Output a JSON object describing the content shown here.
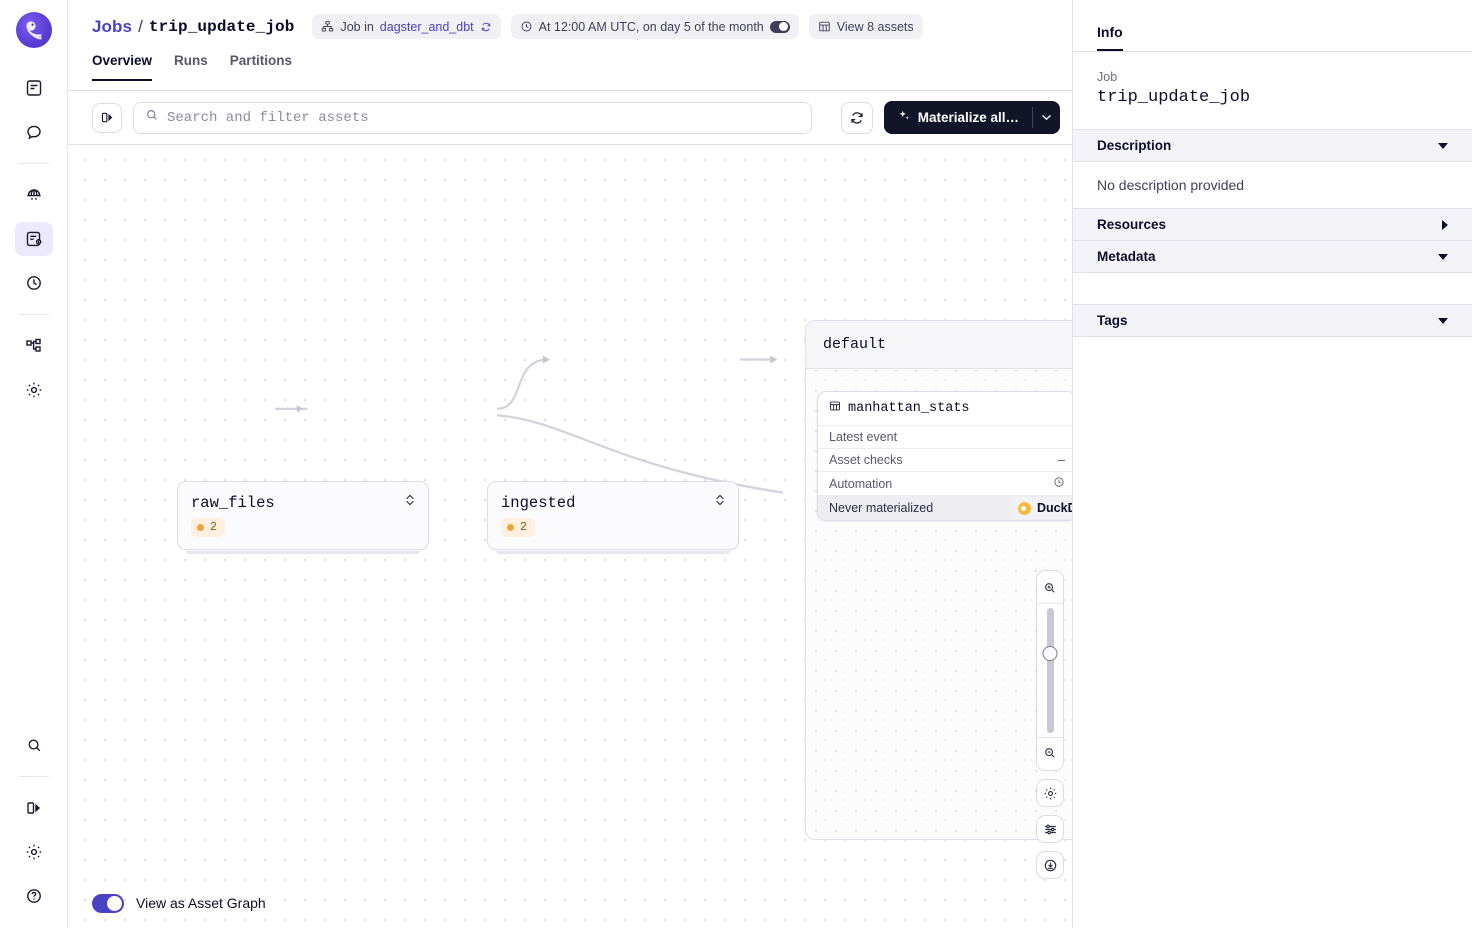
{
  "rail": {
    "logo_icon": "dagster-logo-icon",
    "items": [
      {
        "name": "runs-feed-icon",
        "icon": "notebook"
      },
      {
        "name": "assistant-icon",
        "icon": "chat-bubble"
      },
      {
        "name": "deployment-icon",
        "icon": "globe"
      },
      {
        "name": "assets-icon",
        "icon": "asset-catalog"
      },
      {
        "name": "runs-history-icon",
        "icon": "clock"
      },
      {
        "name": "automation-icon",
        "icon": "nodes"
      },
      {
        "name": "settings-icon",
        "icon": "gear"
      }
    ],
    "bottom_items": [
      {
        "name": "search-icon",
        "icon": "magnifier"
      },
      {
        "name": "toggle-sidebar-icon",
        "icon": "panel-toggle"
      },
      {
        "name": "user-settings-icon",
        "icon": "gear"
      },
      {
        "name": "help-icon",
        "icon": "question-circle"
      }
    ]
  },
  "header": {
    "breadcrumb_root": "Jobs",
    "breadcrumb_sep": "/",
    "breadcrumb_current": "trip_update_job",
    "chips": [
      {
        "prefix": "Job in",
        "link": "dagster_and_dbt",
        "icon": "repository-icon",
        "trailing_icon": "reload-icon"
      },
      {
        "text": "At 12:00 AM UTC, on day 5 of the month",
        "icon": "clock-icon",
        "toggle": "off"
      },
      {
        "text": "View 8 assets",
        "icon": "table-icon"
      }
    ],
    "tabs": [
      {
        "label": "Overview",
        "active": true
      },
      {
        "label": "Runs",
        "active": false
      },
      {
        "label": "Partitions",
        "active": false
      }
    ]
  },
  "toolbar": {
    "layout_toggle_icon": "panel-toggle-icon",
    "search": {
      "placeholder": "Search and filter assets",
      "value": "",
      "icon": "search-icon"
    },
    "refresh_icon": "refresh-icon",
    "materialize_label": "Materialize all…",
    "materialize_icon": "sparkle-icon",
    "materialize_caret_icon": "chevron-down-icon"
  },
  "graph": {
    "group": {
      "label": "default"
    },
    "nodes": [
      {
        "name": "raw_files",
        "count": "2",
        "kind": "simple"
      },
      {
        "name": "ingested",
        "count": "2",
        "kind": "simple"
      }
    ],
    "expanded_node": {
      "title": "manhattan_stats",
      "title_icon": "table-icon",
      "rows": [
        {
          "label": "Latest event",
          "value": ""
        },
        {
          "label": "Asset checks",
          "value": "–"
        },
        {
          "label": "Automation",
          "value": "",
          "icon": "clock-icon"
        }
      ],
      "footer": "Never materialized"
    },
    "source_badge": {
      "label": "DuckDB",
      "icon": "duckdb-icon"
    },
    "partial_rows": [
      "L",
      "A",
      "A",
      "M"
    ]
  },
  "zoom_controls": {
    "zoom_in_icon": "zoom-in-icon",
    "zoom_out_icon": "zoom-out-icon",
    "settings_icon": "gear-icon",
    "filters_icon": "sliders-icon",
    "fit_icon": "fit-to-screen-icon"
  },
  "bottom": {
    "toggle_state": "on",
    "label": "View as Asset Graph"
  },
  "info": {
    "tab_label": "Info",
    "job_key": "Job",
    "job_value": "trip_update_job",
    "sections": [
      {
        "title": "Description",
        "state": "expanded",
        "body": "No description provided"
      },
      {
        "title": "Resources",
        "state": "collapsed",
        "body": null
      },
      {
        "title": "Metadata",
        "state": "expanded",
        "body": ""
      },
      {
        "title": "Tags",
        "state": "expanded",
        "body": null
      }
    ]
  },
  "colors": {
    "brand": "#4b41c4",
    "accent_dark": "#121527",
    "warning": "#f2a23c",
    "duckdb": "#f6b93b"
  }
}
